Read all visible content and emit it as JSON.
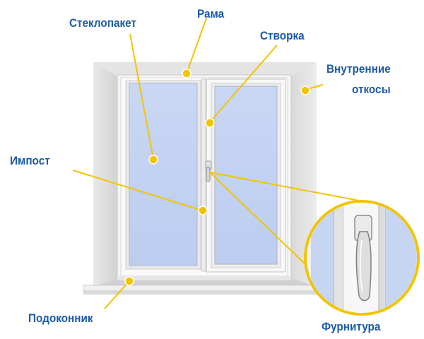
{
  "labels": {
    "glass_unit": "Стеклопакет",
    "frame": "Рама",
    "sash": "Створка",
    "inner_slopes_line1": "Внутренние",
    "inner_slopes_line2": "откосы",
    "mullion": "Импост",
    "sill": "Подоконник",
    "hardware": "Фурнитура"
  },
  "colors": {
    "label_text": "#1b5aa6",
    "leader_line": "#f2c400",
    "glass": "#c3d3f2",
    "frame": "#f4f4f4",
    "wall_recess": "#dcdcdc"
  },
  "icons": {
    "handle": "window-handle-icon"
  }
}
